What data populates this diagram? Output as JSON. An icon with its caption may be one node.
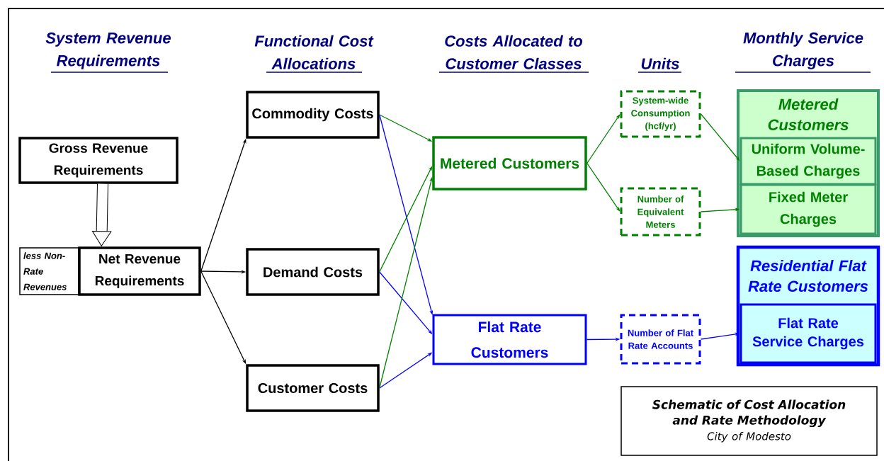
{
  "diagram": {
    "nodes": [
      {
        "text": [
          "Gross Revenue Requirements"
        ]
      },
      {
        "text": [
          "less Non-Rate Revenues"
        ]
      },
      {
        "text": [
          "Net Revenue Requirements"
        ]
      },
      {
        "text": [
          "Commodity Costs"
        ]
      },
      {
        "text": [
          "Demand Costs"
        ]
      },
      {
        "text": [
          "Customer Costs"
        ]
      },
      {
        "text": [
          "Metered Customers"
        ]
      },
      {
        "text": [
          "Flat Rate Customers"
        ]
      },
      {
        "text": [
          "System-wide Consumption (hcf/yr)"
        ]
      },
      {
        "text": [
          "Number of Equivalent Meters"
        ]
      },
      {
        "text": [
          "Number of Flat Rate Accounts"
        ]
      },
      {
        "text": [
          "Metered Customers"
        ]
      },
      {
        "text": [
          "Uniform Volume-Based Charges"
        ],
        "in": 11
      },
      {
        "text": [
          "Fixed Meter Charges"
        ],
        "in": 11
      },
      {
        "text": [
          "Residential Flat Rate Customers"
        ]
      },
      {
        "text": [
          "Flat Rate Service Charges"
        ],
        "in": 14
      },
      {
        "text": [
          "Schematic of Cost Allocation and Rate Methodology",
          "City of Modesto"
        ]
      }
    ],
    "edges": [
      {
        "from": 0,
        "to": 2,
        "arrow": "to",
        "style": "thick",
        "color": "#000000"
      },
      {
        "from": 2,
        "to": 3,
        "arrow": "to",
        "color": "#000000"
      },
      {
        "from": 2,
        "to": 4,
        "arrow": "to",
        "color": "#000000"
      },
      {
        "from": 2,
        "to": 5,
        "arrow": "to",
        "color": "#000000"
      },
      {
        "from": 3,
        "to": 6,
        "arrow": "to"
      },
      {
        "from": 3,
        "to": 7,
        "arrow": "to",
        "color": "#0000ff"
      },
      {
        "from": 4,
        "to": 6,
        "arrow": "to"
      },
      {
        "from": 4,
        "to": 7,
        "arrow": "to",
        "color": "#0000ff"
      },
      {
        "from": 5,
        "to": 6,
        "arrow": "to"
      },
      {
        "from": 5,
        "to": 7,
        "arrow": "to",
        "color": "#0000ff"
      },
      {
        "from": 6,
        "to": 8,
        "arrow": "to"
      },
      {
        "from": 6,
        "to": 9,
        "arrow": "to"
      },
      {
        "from": 8,
        "to": 12,
        "arrow": "to"
      },
      {
        "from": 9,
        "to": 13,
        "arrow": "to"
      },
      {
        "from": 7,
        "to": 10,
        "arrow": "to",
        "color": "#0000ff"
      },
      {
        "from": 10,
        "to": 15,
        "arrow": "to",
        "color": "#0000ff"
      }
    ],
    "labels": [
      "System Revenue Requirements",
      "Functional Cost Allocations",
      "Costs Allocated to Customer Classes",
      "Units",
      "Monthly Service Charges"
    ]
  }
}
